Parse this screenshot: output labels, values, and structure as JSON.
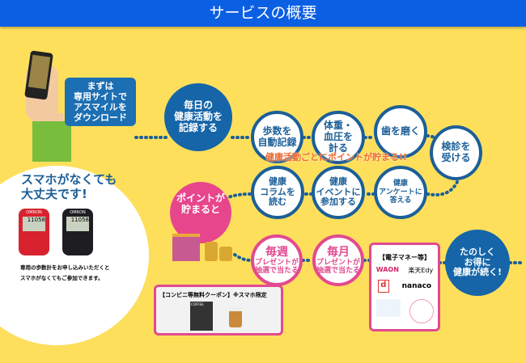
{
  "header": {
    "title": "サービスの概要"
  },
  "steps": {
    "download": "まずは\n専用サイトで\nアスマイルを\nダウンロード",
    "record": "毎日の\n健康活動を\n記録する",
    "steps_auto": "歩数を\n自動記録",
    "weight": "体重・\n血圧を\n計る",
    "teeth": "歯を磨く",
    "checkup": "検診を\n受ける",
    "column": "健康\nコラムを\n読む",
    "event": "健康\nイベントに\n参加する",
    "survey": "健康\nアンケートに\n答える",
    "points_note": "健康活動ごとにポイントが貯まる!!",
    "points": "ポイントが\n貯まると",
    "weekly_title": "毎週",
    "weekly": "プレゼントが\n抽選で当たる",
    "monthly_title": "毎月",
    "monthly": "プレゼントが\n抽選で当たる",
    "continue": "たのしく\nお得に\n健康が続く!"
  },
  "emoney": {
    "title": "【電子マネー等】",
    "items": [
      "WAON",
      "楽天Edy",
      "d",
      "nanaco"
    ]
  },
  "coupon": {
    "title": "【コンビニ等無料クーポン】※スマホ限定",
    "coffee_label": "COFFEE"
  },
  "nophone": {
    "title": "スマホがなくても\n大丈夫です!",
    "note": "専用の歩数計をお申し込みいただくと\nスマホがなくてもご参加できます。",
    "pedometer_brand": "OMRON",
    "pedometer_reading": "11058"
  },
  "colors": {
    "header": "#0b5fe3",
    "background": "#fddf5c",
    "blue": "#1565a8",
    "pink": "#e24a8f"
  }
}
